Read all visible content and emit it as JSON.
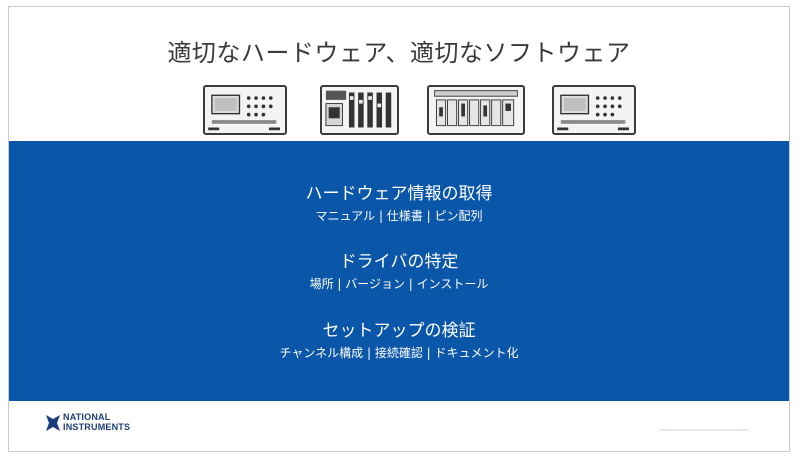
{
  "slide": {
    "title": "適切なハードウェア、適切なソフトウェア",
    "sections": [
      {
        "title": "ハードウェア情報の取得",
        "subtitle": "マニュアル | 仕様書 | ピン配列"
      },
      {
        "title": "ドライバの特定",
        "subtitle": "場所 | バージョン | インストール"
      },
      {
        "title": "セットアップの検証",
        "subtitle": "チャンネル構成 | 接続確認 | ドキュメント化"
      }
    ],
    "logo": {
      "line1": "NATIONAL",
      "line2": "INSTRUMENTS"
    },
    "colors": {
      "band": "#0a56a8",
      "title_text": "#3a3a3a",
      "logo": "#1c3d7a"
    },
    "icons": [
      "bench-instrument-icon",
      "modular-chassis-icon",
      "pxi-chassis-icon",
      "bench-instrument-icon",
      "ni-eagle-logo-icon"
    ]
  }
}
